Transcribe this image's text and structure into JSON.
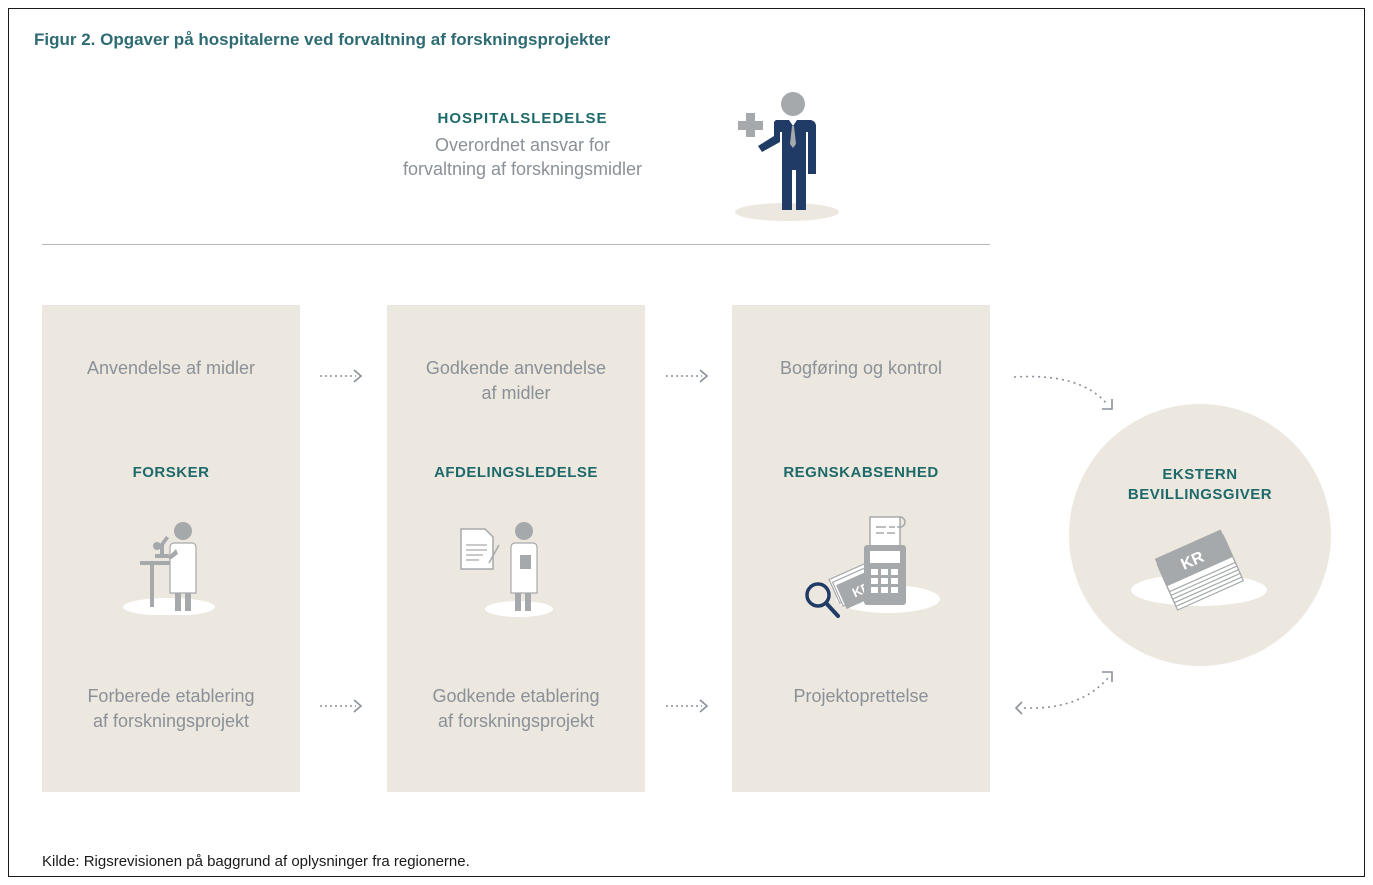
{
  "figure": {
    "title": "Figur 2. Opgaver på hospitalerne ved forvaltning af forskningsprojekter"
  },
  "top_role": {
    "heading": "HOSPITALSLEDELSE",
    "desc_line1": "Overordnet ansvar for",
    "desc_line2": "forvaltning af forskningsmidler",
    "icon": "manager-with-cross-icon"
  },
  "panels": [
    {
      "top_line1": "Anvendelse af midler",
      "top_line2": "",
      "heading": "FORSKER",
      "bottom_line1": "Forberede etablering",
      "bottom_line2": "af forskningsprojekt",
      "icon": "researcher-microscope-icon"
    },
    {
      "top_line1": "Godkende anvendelse",
      "top_line2": "af midler",
      "heading": "AFDELINGSLEDELSE",
      "bottom_line1": "Godkende etablering",
      "bottom_line2": "af forskningsprojekt",
      "icon": "department-head-document-icon"
    },
    {
      "top_line1": "Bogføring og kontrol",
      "top_line2": "",
      "heading": "REGNSKABSENHED",
      "bottom_line1": "Projektoprettelse",
      "bottom_line2": "",
      "icon": "accounting-calculator-money-icon"
    }
  ],
  "external": {
    "line1": "EKSTERN",
    "line2": "BEVILLINGSGIVER",
    "icon": "money-stack-icon",
    "money_label": "KR"
  },
  "source": "Kilde:  Rigsrevisionen på baggrund af oplysninger fra regionerne.",
  "colors": {
    "teal_heading": "#1e6a6b",
    "title": "#2e6b73",
    "panel_bg": "#ece7df",
    "grey_text": "#8a9198",
    "icon_grey": "#a6a9ab",
    "navy": "#1f3b66"
  }
}
